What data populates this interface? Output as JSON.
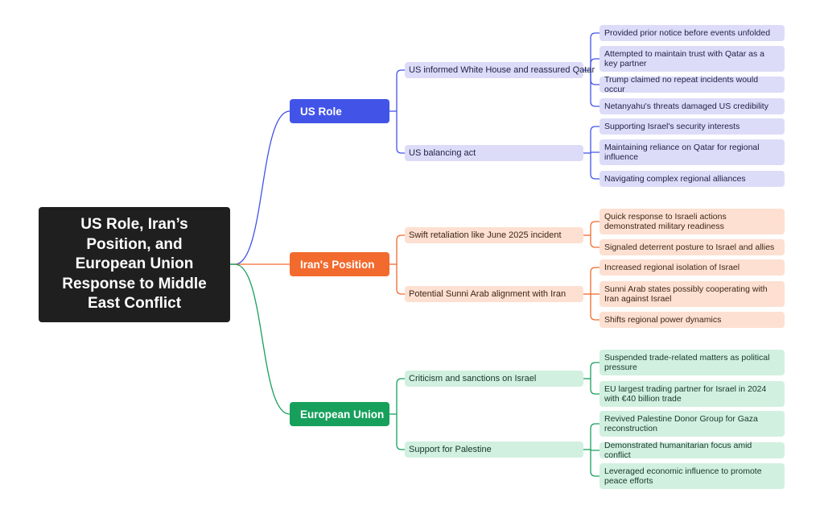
{
  "colors": {
    "root_bg": "#1f1f1f",
    "us_role": "#4254e8",
    "iran": "#f26a2e",
    "eu": "#17a05c",
    "us_light": "#dcdcf9",
    "iran_light": "#fde0d1",
    "eu_light": "#d2f0e0"
  },
  "root": {
    "title": "US Role, Iran’s Position, and European Union Response to Middle East Conflict"
  },
  "branches": [
    {
      "label": "US Role",
      "subs": [
        {
          "label": "US informed White House and reassured Qatar",
          "leaves": [
            "Provided prior notice before events unfolded",
            "Attempted to maintain trust with Qatar as a key partner",
            "Trump claimed no repeat incidents would occur",
            "Netanyahu's threats damaged US credibility"
          ]
        },
        {
          "label": "US balancing act",
          "leaves": [
            "Supporting Israel's security interests",
            "Maintaining reliance on Qatar for regional influence",
            "Navigating complex regional alliances"
          ]
        }
      ]
    },
    {
      "label": "Iran's Position",
      "subs": [
        {
          "label": "Swift retaliation like June 2025 incident",
          "leaves": [
            "Quick response to Israeli actions demonstrated military readiness",
            "Signaled deterrent posture to Israel and allies"
          ]
        },
        {
          "label": "Potential Sunni Arab alignment with Iran",
          "leaves": [
            "Increased regional isolation of Israel",
            "Sunni Arab states possibly cooperating with Iran against Israel",
            "Shifts regional power dynamics"
          ]
        }
      ]
    },
    {
      "label": "European Union",
      "subs": [
        {
          "label": "Criticism and sanctions on Israel",
          "leaves": [
            "Suspended trade-related matters as political pressure",
            "EU largest trading partner for Israel in 2024 with €40 billion trade"
          ]
        },
        {
          "label": "Support for Palestine",
          "leaves": [
            "Revived Palestine Donor Group for Gaza reconstruction",
            "Demonstrated humanitarian focus amid conflict",
            "Leveraged economic influence to promote peace efforts"
          ]
        }
      ]
    }
  ]
}
